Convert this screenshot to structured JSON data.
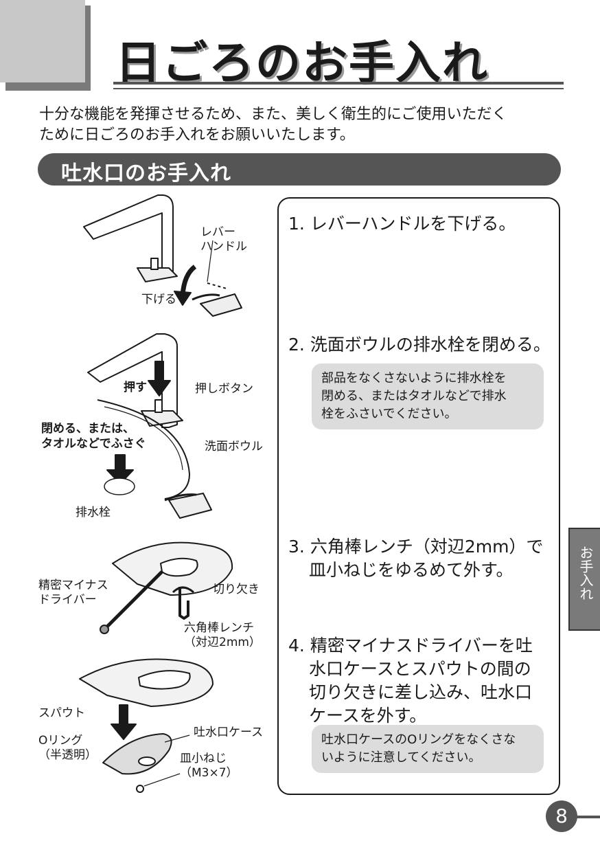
{
  "header": {
    "title": "日ごろのお手入れ"
  },
  "intro": {
    "line1": "十分な機能を発揮させるため、また、美しく衛生的にご使用いただく",
    "line2": "ために日ごろのお手入れをお願いいたします。"
  },
  "section": {
    "title": "吐水口のお手入れ"
  },
  "steps": [
    {
      "num": "1.",
      "text": "レバーハンドルを下げる。"
    },
    {
      "num": "2.",
      "text": "洗面ボウルの排水栓を閉める。",
      "note": [
        "部品をなくさないように排水栓を",
        "閉める、またはタオルなどで排水",
        "栓をふさいでください。"
      ]
    },
    {
      "num": "3.",
      "lines": [
        "六角棒レンチ（対辺2mm）で",
        "皿小ねじをゆるめて外す。"
      ]
    },
    {
      "num": "4.",
      "lines": [
        "精密マイナスドライバーを吐",
        "水口ケースとスパウトの間の",
        "切り欠きに差し込み、吐水口",
        "ケースを外す。"
      ],
      "note": [
        "吐水口ケースのOリングをなくさな",
        "いように注意してください。"
      ]
    }
  ],
  "labels": {
    "lever1": "レバー",
    "lever2": "ハンドル",
    "lower": "下げる",
    "push": "押す",
    "push_button": "押しボタン",
    "close1": "閉める、または、",
    "close2": "タオルなどでふさぐ",
    "bowl": "洗面ボウル",
    "drain": "排水栓",
    "driver1": "精密マイナス",
    "driver2": "ドライバー",
    "notch": "切り欠き",
    "wrench1": "六角棒レンチ",
    "wrench2": "（対辺2mm）",
    "spout": "スパウト",
    "case": "吐水口ケース",
    "oring1": "Oリング",
    "oring2": "（半透明）",
    "screw1": "皿小ねじ",
    "screw2": "（M3×7）"
  },
  "side_tab": {
    "label": "お手入れ"
  },
  "page": {
    "number": "8"
  }
}
